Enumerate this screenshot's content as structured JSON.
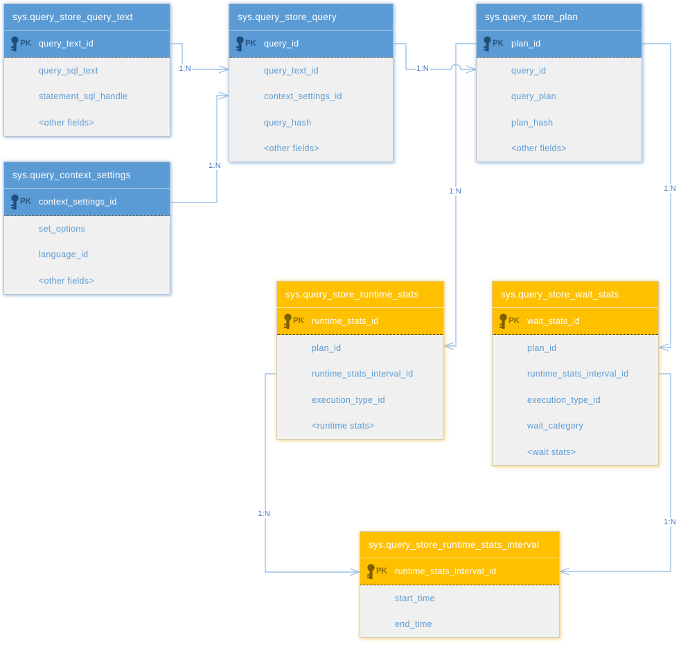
{
  "diagram_type": "entity-relationship",
  "colors": {
    "blue_header": "#5b9bd5",
    "orange_header": "#ffc000",
    "blue_key_icon": "#1f4e79",
    "orange_key_icon": "#7f6000",
    "field_text": "#5b9bd5",
    "body_background": "#f0f0f0",
    "connector_line": "#9dc3e6",
    "connector_label": "#4472c4"
  },
  "tables": [
    {
      "id": "query_store_query_text",
      "title": "sys.query_store_query_text",
      "theme": "blue",
      "pk_label": "PK",
      "pk_field": "query_text_id",
      "fields": [
        "query_sql_text",
        "statement_sql_handle",
        "<other fields>"
      ]
    },
    {
      "id": "query_store_query",
      "title": "sys.query_store_query",
      "theme": "blue",
      "pk_label": "PK",
      "pk_field": "query_id",
      "fields": [
        "query_text_id",
        "context_settings_id",
        "query_hash",
        "<other fields>"
      ]
    },
    {
      "id": "query_store_plan",
      "title": "sys.query_store_plan",
      "theme": "blue",
      "pk_label": "PK",
      "pk_field": "plan_id",
      "fields": [
        "query_id",
        "query_plan",
        "plan_hash",
        "<other fields>"
      ]
    },
    {
      "id": "query_context_settings",
      "title": "sys.query_context_settings",
      "theme": "blue",
      "pk_label": "PK",
      "pk_field": "context_settings_id",
      "fields": [
        "set_options",
        "language_id",
        "<other fields>"
      ]
    },
    {
      "id": "query_store_runtime_stats",
      "title": "sys.query_store_runtime_stats",
      "theme": "orange",
      "pk_label": "PK",
      "pk_field": "runtime_stats_id",
      "fields": [
        "plan_id",
        "runtime_stats_interval_id",
        "execution_type_id",
        "<runtime stats>"
      ]
    },
    {
      "id": "query_store_wait_stats",
      "title": "sys.query_store_wait_stats",
      "theme": "orange",
      "pk_label": "PK",
      "pk_field": "wait_stats_id",
      "fields": [
        "plan_id",
        "runtime_stats_interval_id",
        "execution_type_id",
        "wait_category",
        "<wait stats>"
      ]
    },
    {
      "id": "query_store_runtime_stats_interval",
      "title": "sys.query_store_runtime_stats_interval",
      "theme": "orange",
      "pk_label": "PK",
      "pk_field": "runtime_stats_interval_id",
      "fields": [
        "start_time",
        "end_time"
      ]
    }
  ],
  "connectors": [
    {
      "label": "1:N",
      "from": "query_store_query_text.query_text_id",
      "to": "query_store_query.query_text_id"
    },
    {
      "label": "1:N",
      "from": "query_context_settings.context_settings_id",
      "to": "query_store_query.context_settings_id"
    },
    {
      "label": "1:N",
      "from": "query_store_query.query_id",
      "to": "query_store_plan.query_id"
    },
    {
      "label": "1:N",
      "from": "query_store_plan.plan_id",
      "to": "query_store_runtime_stats.plan_id"
    },
    {
      "label": "1:N",
      "from": "query_store_plan.plan_id",
      "to": "query_store_wait_stats.plan_id"
    },
    {
      "label": "1:N",
      "from": "query_store_runtime_stats.runtime_stats_interval_id",
      "to": "query_store_runtime_stats_interval.runtime_stats_interval_id"
    },
    {
      "label": "1:N",
      "from": "query_store_wait_stats.runtime_stats_interval_id",
      "to": "query_store_runtime_stats_interval.runtime_stats_interval_id"
    }
  ]
}
